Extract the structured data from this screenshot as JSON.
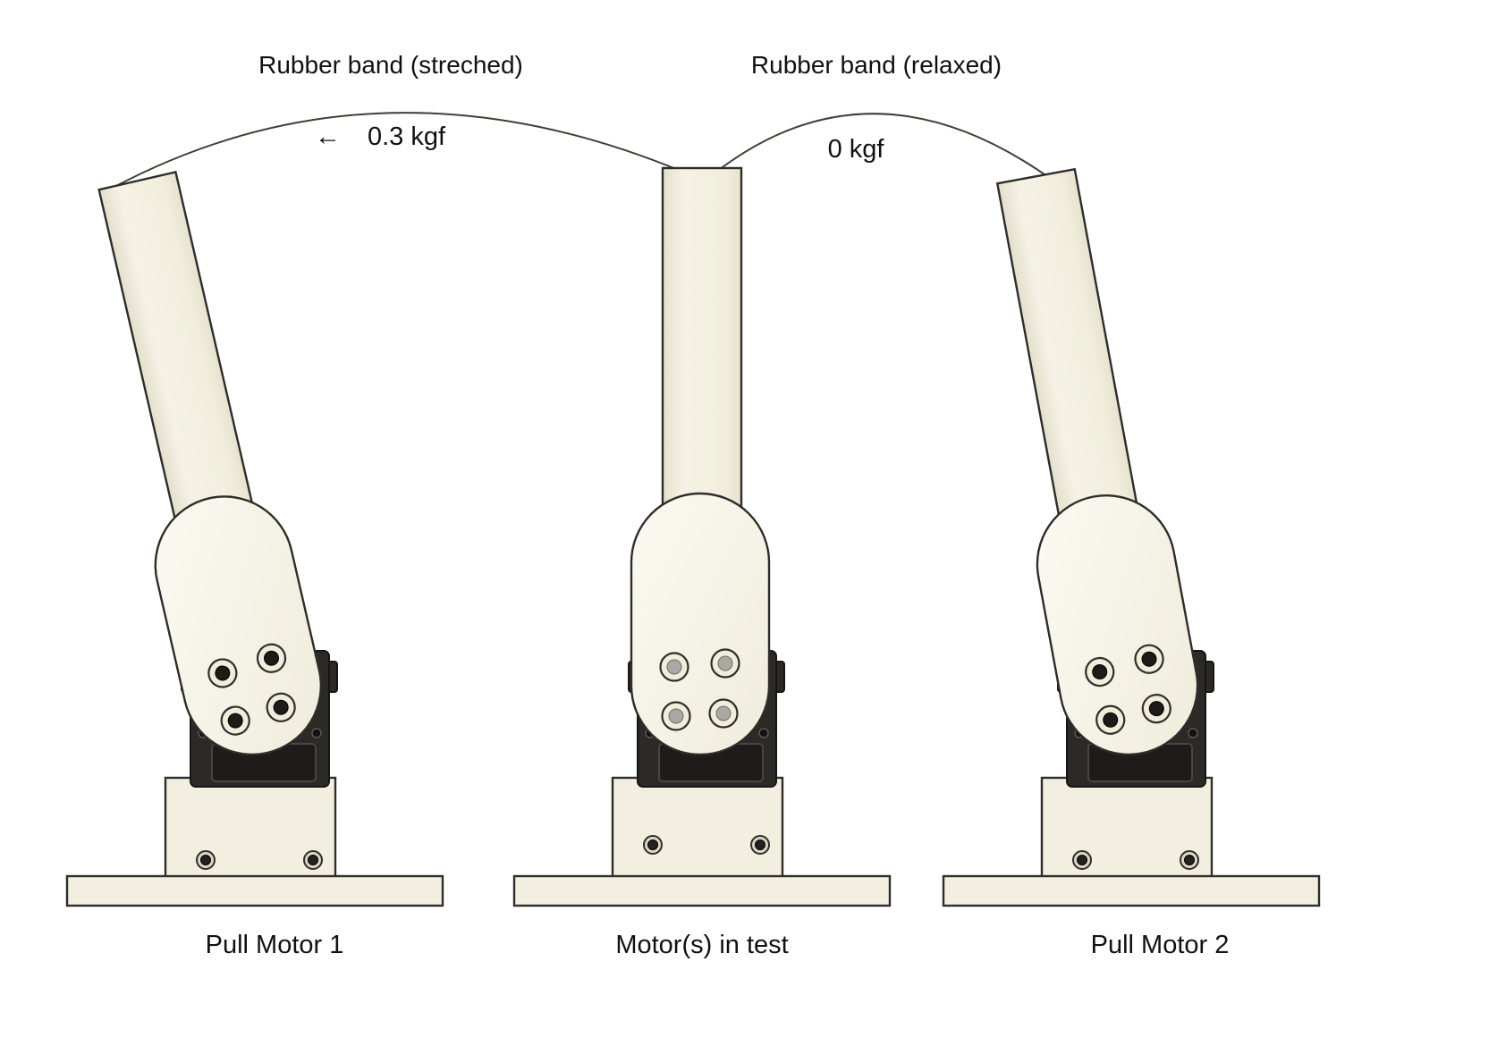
{
  "diagram": {
    "bands": [
      {
        "label": "Rubber band (streched)",
        "arrow": "←",
        "force": "0.3 kgf"
      },
      {
        "label": "Rubber band (relaxed)",
        "arrow": "",
        "force": "0 kgf"
      }
    ],
    "motors": [
      {
        "caption": "Pull Motor 1"
      },
      {
        "caption": "Motor(s) in test"
      },
      {
        "caption": "Pull Motor 2"
      }
    ],
    "colors": {
      "body_cream": "#f2efe1",
      "paddle_white": "#f7f5ea",
      "motor_dark": "#2b2a27",
      "outline": "#2e2d2a",
      "hole_dark": "#1c1b18",
      "hole_gray": "#a9a8a3",
      "background": "#ffffff"
    }
  }
}
